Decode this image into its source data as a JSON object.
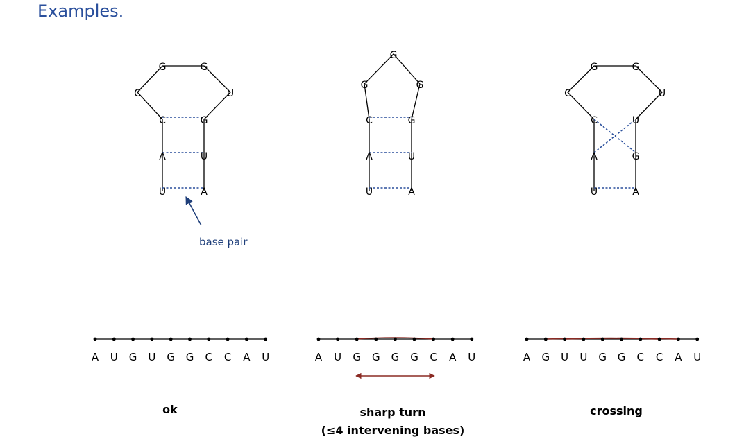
{
  "slide": {
    "title": "Examples."
  },
  "colors": {
    "title": "#2a4f9c",
    "pair": "#2a4f9c",
    "arc": "#8b2b24",
    "annotation": "#1f3f7a"
  },
  "annotation": {
    "label": "base pair"
  },
  "examples": [
    {
      "caption": "ok",
      "caption_sub": "",
      "structure_letters": [
        "U",
        "A",
        "C",
        "G",
        "G",
        "U",
        "G",
        "U",
        "A"
      ],
      "sequence": [
        "A",
        "U",
        "G",
        "U",
        "G",
        "G",
        "C",
        "C",
        "A",
        "U"
      ]
    },
    {
      "caption": "sharp turn",
      "caption_sub": "(≤4 intervening bases)",
      "structure_letters": [
        "U",
        "A",
        "C",
        "G",
        "G",
        "G",
        "G",
        "U",
        "A"
      ],
      "sequence": [
        "A",
        "U",
        "G",
        "G",
        "G",
        "G",
        "C",
        "A",
        "U"
      ]
    },
    {
      "caption": "crossing",
      "caption_sub": "",
      "structure_letters": [
        "U",
        "A",
        "C",
        "G",
        "G",
        "U",
        "U",
        "G",
        "A"
      ],
      "sequence": [
        "A",
        "G",
        "U",
        "U",
        "G",
        "G",
        "C",
        "C",
        "A",
        "U"
      ]
    }
  ]
}
